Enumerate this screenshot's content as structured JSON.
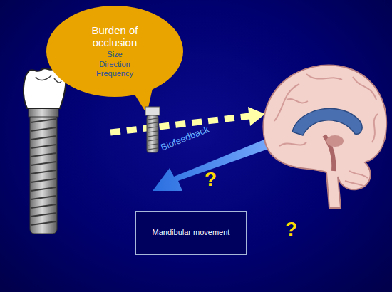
{
  "diagram": {
    "nodes": [
      {
        "text": [
          "Burden of occlusion",
          "Size Direction Frequency"
        ]
      },
      {
        "text": [
          "Mandibular movement"
        ]
      }
    ],
    "labels": [
      "Biofeedback",
      "?",
      "?"
    ]
  }
}
